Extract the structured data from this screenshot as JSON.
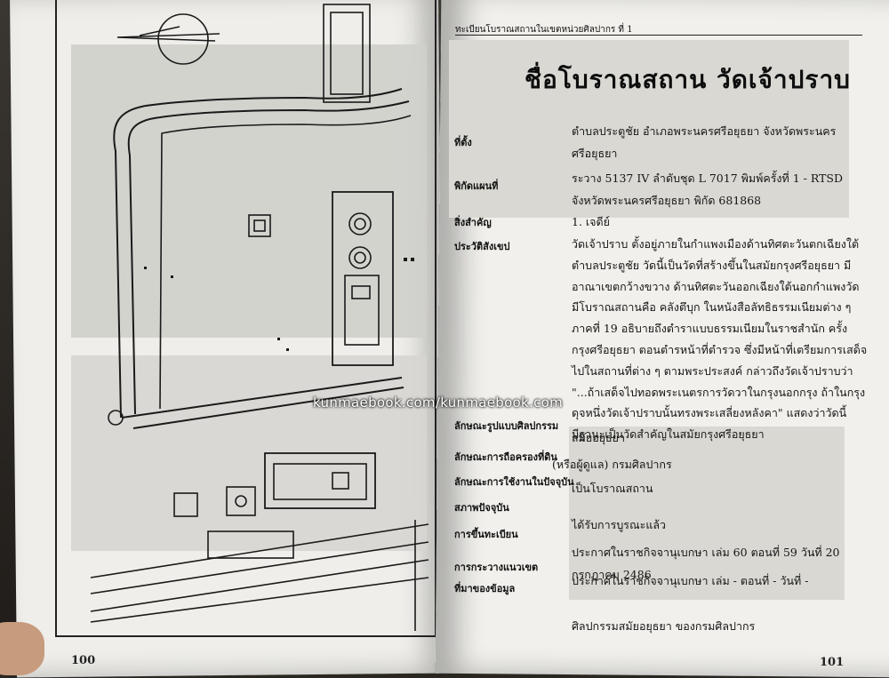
{
  "running_head": "ทะเบียนโบราณสถานในเขตหน่วยศิลปากร ที่ 1",
  "title": "ชื่อโบราณสถาน  วัดเจ้าปราบ",
  "page_numbers": {
    "left": "100",
    "right": "101"
  },
  "fields": [
    {
      "label": "ที่ตั้ง",
      "lines": [
        "ตำบลประตูชัย  อำเภอพระนครศรีอยุธยา  จังหวัดพระนคร",
        "ศรีอยุธยา"
      ]
    },
    {
      "label": "พิกัดแผนที่",
      "lines": [
        "ระวาง 5137 IV  ลำดับชุด L 7017  พิมพ์ครั้งที่ 1 - RTSD",
        "จังหวัดพระนครศรีอยุธยา  พิกัด  681868"
      ]
    },
    {
      "label": "สิ่งสำคัญ",
      "lines": [
        "1. เจดีย์"
      ]
    },
    {
      "label": "ประวัติสังเขป",
      "lines": [
        "วัดเจ้าปราบ  ตั้งอยู่ภายในกำแพงเมืองด้านทิศตะวันตกเฉียงใต้",
        "ตำบลประตูชัย   วัดนี้เป็นวัดที่สร้างขึ้นในสมัยกรุงศรีอยุธยา  มี",
        "อาณาเขตกว้างขวาง  ด้านทิศตะวันออกเฉียงใต้นอกกำแพงวัด",
        "มีโบราณสถานคือ  คลังตึบุก  ในหนังสือลัทธิธรรมเนียมต่าง ๆ",
        "ภาคที่  19   อธิบายถึงตำราแบบธรรมเนียมในราชสำนัก  ครั้ง",
        "กรุงศรีอยุธยา  ตอนตำรหน้าที่ตำรวจ  ซึ่งมีหน้าที่เตรียมการเสด็จ",
        "ไปในสถานที่ต่าง ๆ  ตามพระประสงค์  กล่าวถึงวัดเจ้าปราบว่า",
        "\"...ถ้าเสด็จไปทอดพระเนตรการวัดวาในกรุงนอกกรุง ถ้าในกรุง",
        "ดุจหนึ่งวัดเจ้าปราบนั้นทรงพระเสลี่ยงหลังคา\"    แสดงว่าวัดนี้",
        "มีฐานะเป็นวัดสำคัญในสมัยกรุงศรีอยุธยา"
      ]
    },
    {
      "label": "ลักษณะรูปแบบศิลปกรรม",
      "lines": [
        "สมัยอยุธยา"
      ]
    },
    {
      "label": "ลักษณะการถือครองที่ดิน",
      "lines": [
        "(หรือผู้ดูแล)  กรมศิลปากร"
      ]
    },
    {
      "label": "ลักษณะการใช้งานในปัจจุบัน",
      "lines": [
        "เป็นโบราณสถาน"
      ]
    },
    {
      "label": "สภาพปัจจุบัน",
      "lines": [
        "ได้รับการบูรณะแล้ว"
      ]
    },
    {
      "label": "การขึ้นทะเบียน",
      "lines": [
        "ประกาศในราชกิจจานุเบกษา  เล่ม 60  ตอนที่ 59  วันที่ 20",
        "กรกฎาคม 2486"
      ]
    },
    {
      "label": "การกระวางแนวเขต",
      "lines": [
        "ประกาศในราชกิจจานุเบกษา  เล่ม -  ตอนที่ -  วันที่ -"
      ]
    },
    {
      "label": "ที่มาของข้อมูล",
      "lines": [
        "ศิลปกรรมสมัยอยุธยา  ของกรมศิลปากร"
      ]
    }
  ],
  "watermark": "kunmaebook.com/kunmaebook.com"
}
